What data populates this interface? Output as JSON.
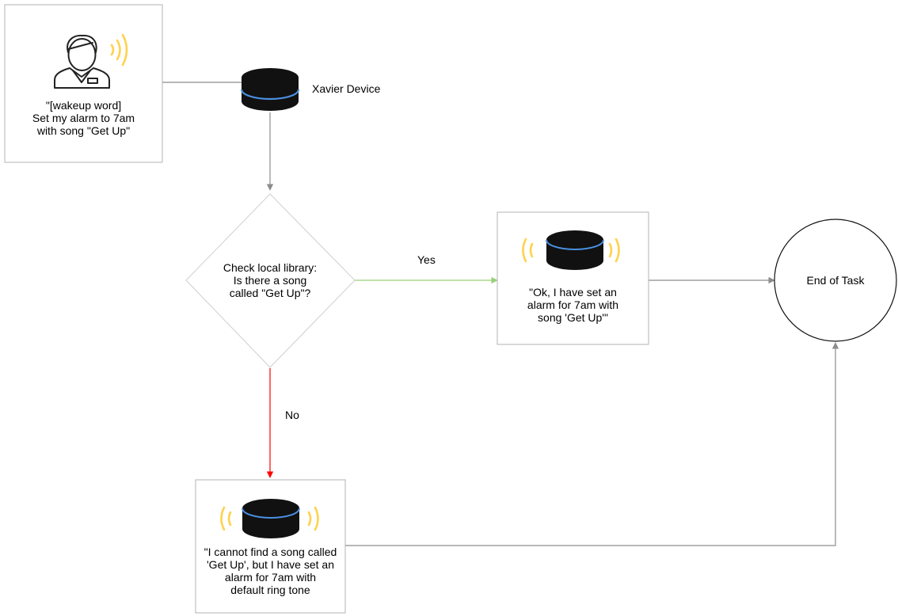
{
  "colors": {
    "box_border": "#b3b3b3",
    "connector": "#8c8c8c",
    "yes_connector": "#97d077",
    "no_connector": "#ff0000",
    "sound_waves": "#ffd24d",
    "device_body": "#111111",
    "device_ring": "#4a90e2"
  },
  "user_box": {
    "icon": "user-icon",
    "text": "\"[wakeup word]\nSet my alarm to 7am\nwith song \"Get Up\""
  },
  "device": {
    "icon": "smart-speaker-icon",
    "label": "Xavier Device"
  },
  "decision": {
    "text": "Check local library:\nIs there a song\ncalled \"Get Up\"?"
  },
  "edges": {
    "yes_label": "Yes",
    "no_label": "No"
  },
  "yes_box": {
    "icon": "speaking-speaker-icon",
    "text": "\"Ok, I have set an\nalarm for 7am with\nsong 'Get Up'\""
  },
  "no_box": {
    "icon": "speaking-speaker-icon",
    "text": "\"I cannot find a song called\n'Get Up', but I have set an\nalarm for 7am with\ndefault ring tone"
  },
  "end_node": {
    "text": "End of Task"
  }
}
